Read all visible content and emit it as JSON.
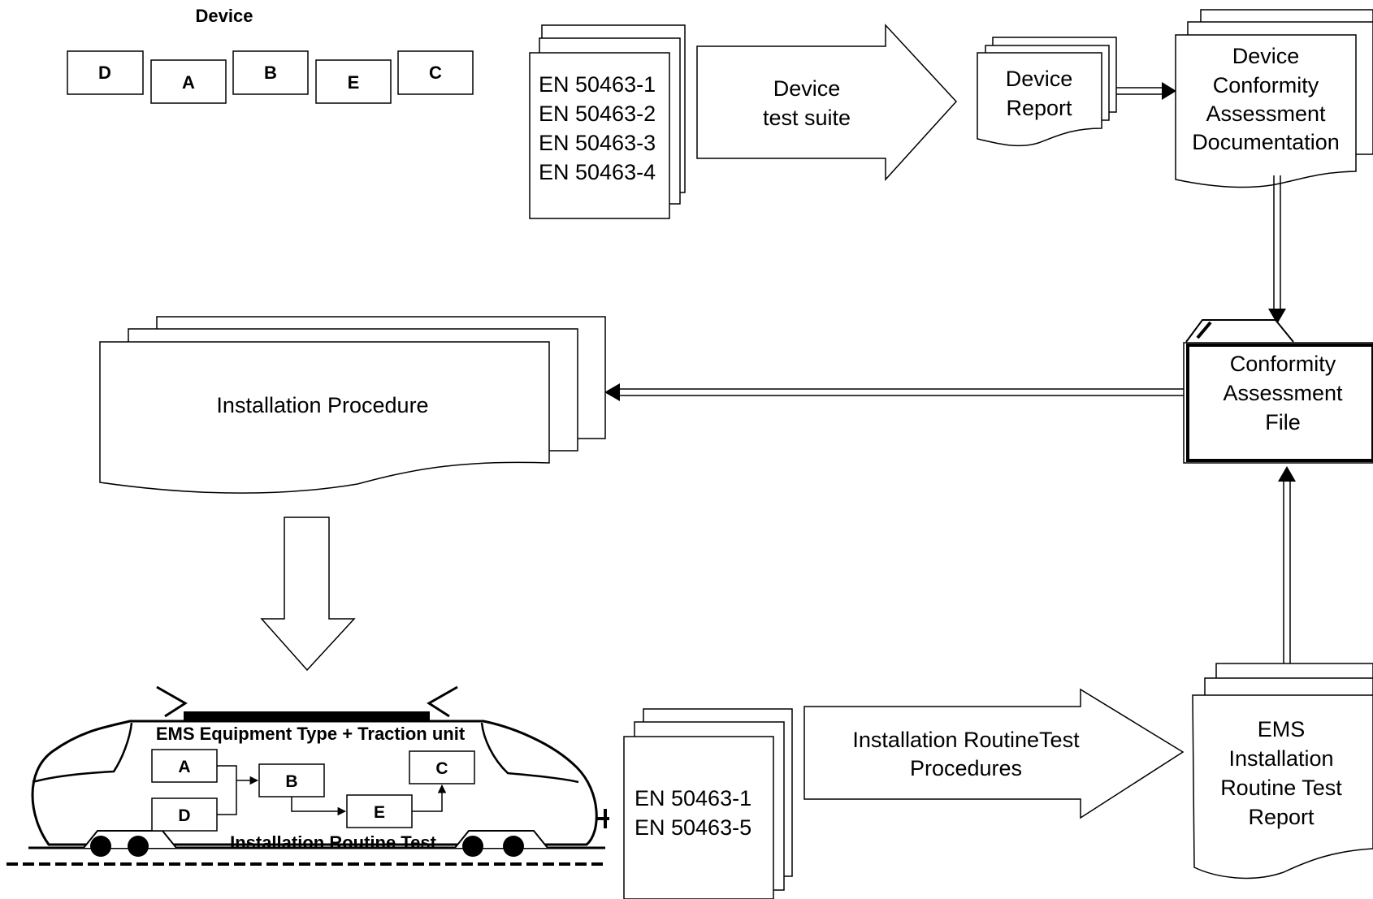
{
  "device": {
    "title": "Device",
    "boxes": [
      "D",
      "A",
      "B",
      "E",
      "C"
    ]
  },
  "standards_top": [
    "EN 50463-1",
    "EN 50463-2",
    "EN 50463-3",
    "EN 50463-4"
  ],
  "device_test_suite": [
    "Device",
    "test suite"
  ],
  "device_report": [
    "Device",
    "Report"
  ],
  "device_conformity_doc": [
    "Device",
    "Conformity",
    "Assessment",
    "Documentation"
  ],
  "conformity_file": [
    "Conformity",
    "Assessment",
    "File"
  ],
  "installation_procedure": "Installation Procedure",
  "train": {
    "title": "EMS Equipment Type + Traction unit",
    "boxes": {
      "a": "A",
      "b": "B",
      "c": "C",
      "d": "D",
      "e": "E"
    },
    "footer": "Installation Routine Test"
  },
  "standards_bottom": [
    "EN 50463-1",
    "EN 50463-5"
  ],
  "installation_routine_test_procedures": [
    "Installation RoutineTest",
    "Procedures"
  ],
  "ems_report": [
    "EMS",
    "Installation",
    "Routine Test",
    "Report"
  ]
}
